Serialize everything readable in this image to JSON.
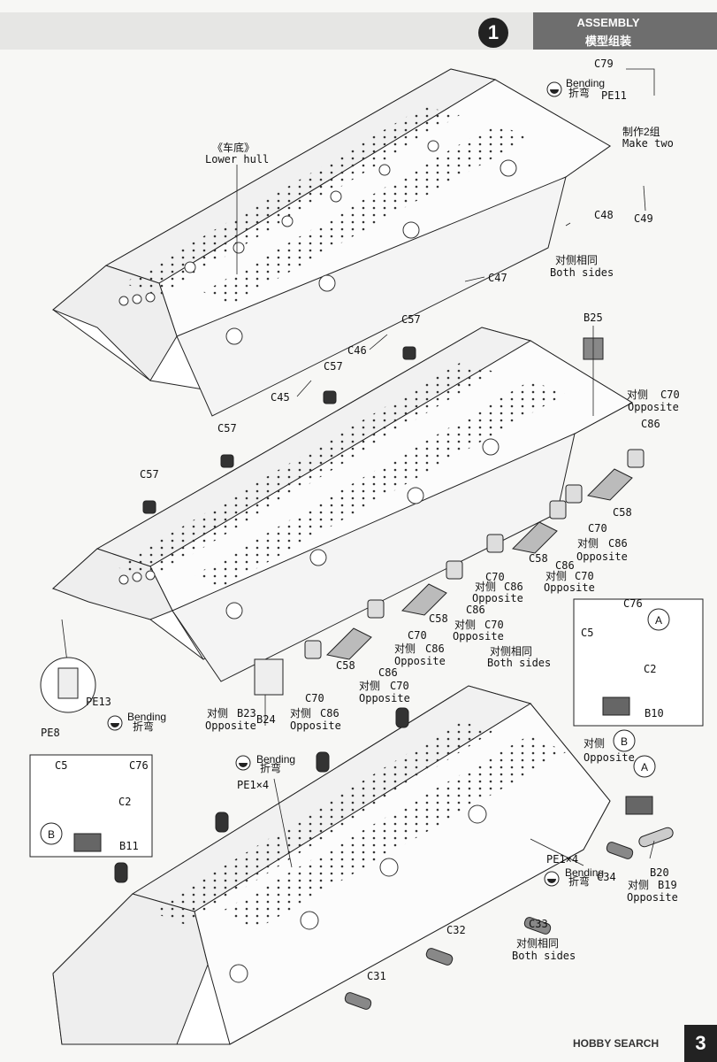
{
  "header": {
    "title_en": "ASSEMBLY",
    "title_cn": "模型组装",
    "step": "1",
    "page": "3"
  },
  "watermark": "HOBBY SEARCH",
  "bending": {
    "cn": "折弯",
    "en": "Bending"
  },
  "labels": {
    "lower_hull_cn": "《车底》",
    "lower_hull_en": "Lower hull",
    "make_two_cn": "制作2组",
    "make_two_en": "Make two",
    "both_sides_cn": "对侧相同",
    "both_sides_en": "Both sides",
    "opposite_cn": "对侧",
    "opposite_en": "Opposite",
    "c79": "C79",
    "pe11": "PE11",
    "c49": "C49",
    "c48": "C48",
    "c47": "C47",
    "c46": "C46",
    "c45": "C45",
    "c57": "C57",
    "b25": "B25",
    "c70": "C70",
    "c86": "C86",
    "c58": "C58",
    "b23": "B23",
    "b24": "B24",
    "pe13": "PE13",
    "pe8": "PE8",
    "c76": "C76",
    "c5": "C5",
    "c2": "C2",
    "b10": "B10",
    "b11": "B11",
    "circ_a": "A",
    "circ_b": "B",
    "pe1x4": "PE1×4",
    "c34": "C34",
    "c33": "C33",
    "c32": "C32",
    "c31": "C31",
    "b20": "B20",
    "b19": "B19"
  }
}
